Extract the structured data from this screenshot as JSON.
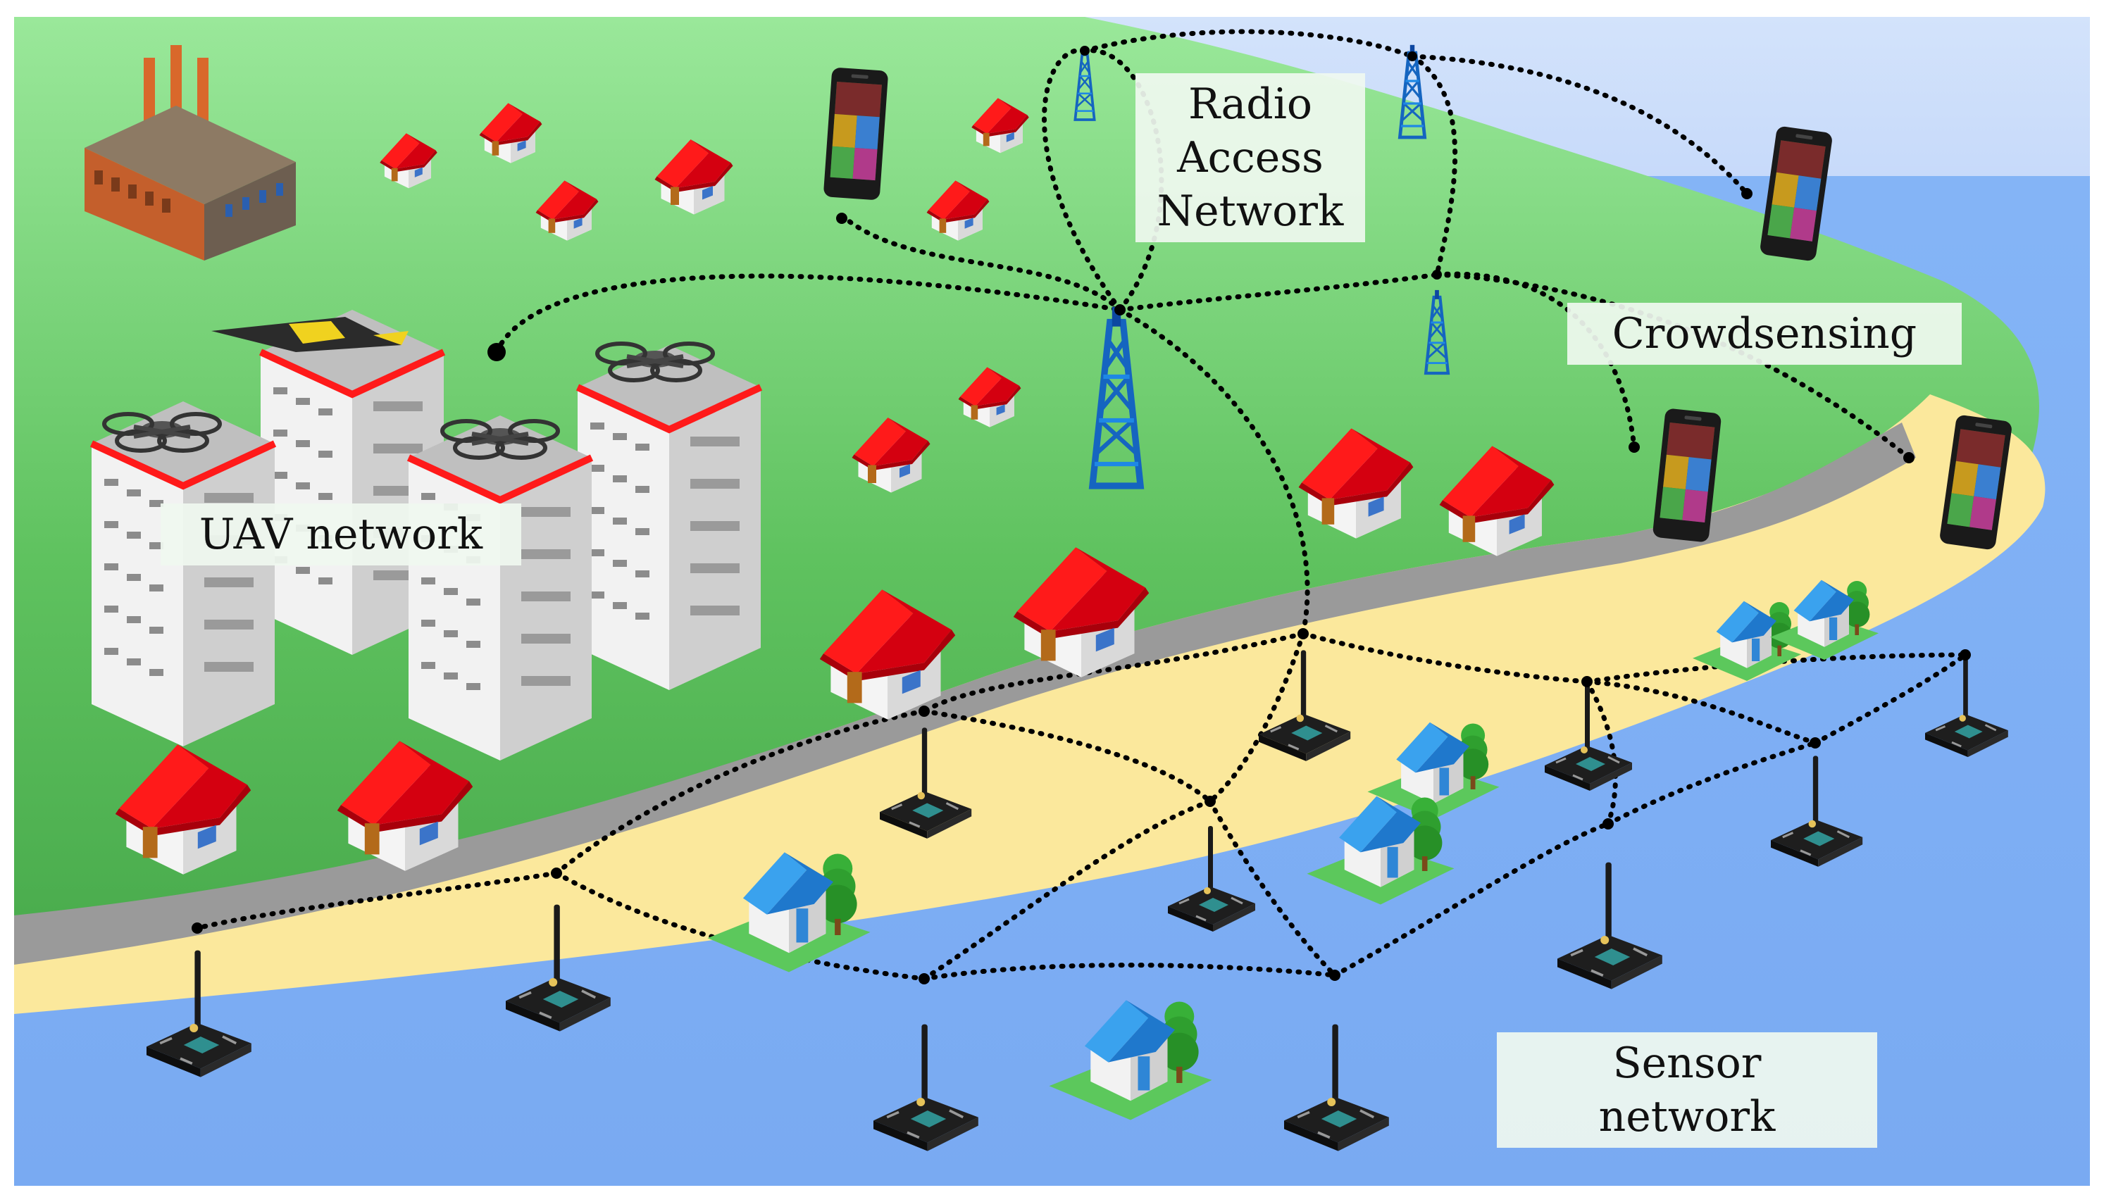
{
  "labels": {
    "radio_line1": "Radio",
    "radio_line2": "Access",
    "radio_line3": "Network",
    "crowdsensing": "Crowdsensing",
    "uav": "UAV network",
    "sensor": "Sensor network"
  },
  "colors": {
    "land_top": "#99e699",
    "land_bottom": "#4caf50",
    "beach": "#fbe89c",
    "road": "#9a9a9a",
    "water": "#7fb2f5",
    "sky_water": "#d6e4fb",
    "roof_red": "#e00010",
    "roof_blue": "#2f86d6",
    "tower_blue": "#1565c0",
    "link": "#000000"
  },
  "icons": {
    "houses": "house-icon",
    "towers": "cell-tower-icon",
    "phones": "smartphone-icon",
    "boards": "sensor-board-icon",
    "buildings": "apartment-building-icon",
    "drones": "drone-icon",
    "factory": "factory-icon"
  }
}
